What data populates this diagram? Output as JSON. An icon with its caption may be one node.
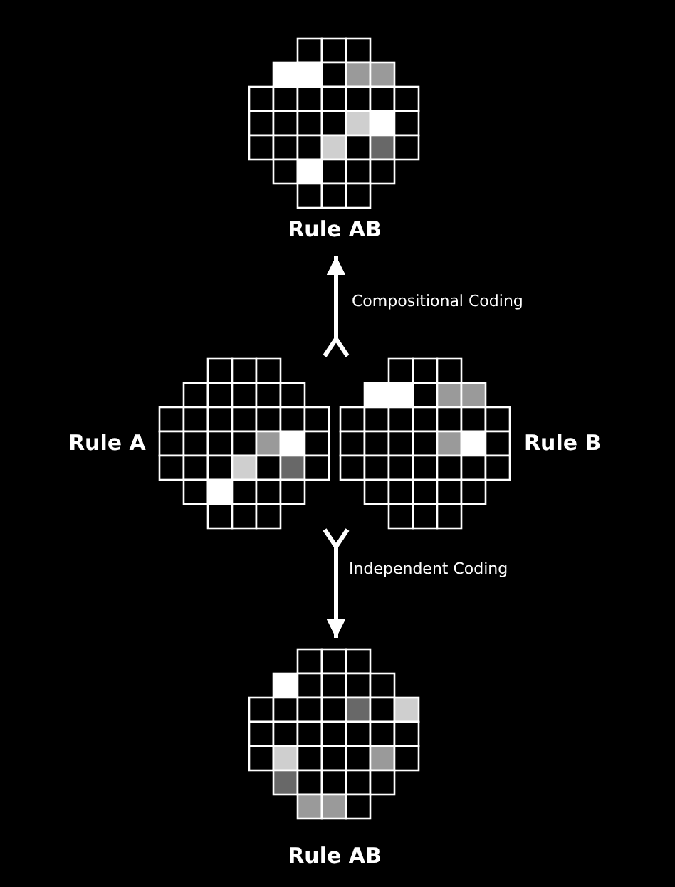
{
  "diagram": {
    "nodes": [
      {
        "text": [
          "Rule AB"
        ]
      },
      {
        "text": [
          "Rule A"
        ]
      },
      {
        "text": [
          "Rule B"
        ]
      },
      {
        "text": [
          "Rule AB"
        ]
      }
    ],
    "edges": [
      {
        "from": 1,
        "to": 0,
        "arrow": "to"
      },
      {
        "from": 2,
        "to": 0,
        "arrow": "to"
      },
      {
        "from": 1,
        "to": 3,
        "arrow": "to"
      },
      {
        "from": 2,
        "to": 3,
        "arrow": "to"
      }
    ],
    "labels": [
      "Compositional Coding",
      "Independent Coding"
    ]
  }
}
